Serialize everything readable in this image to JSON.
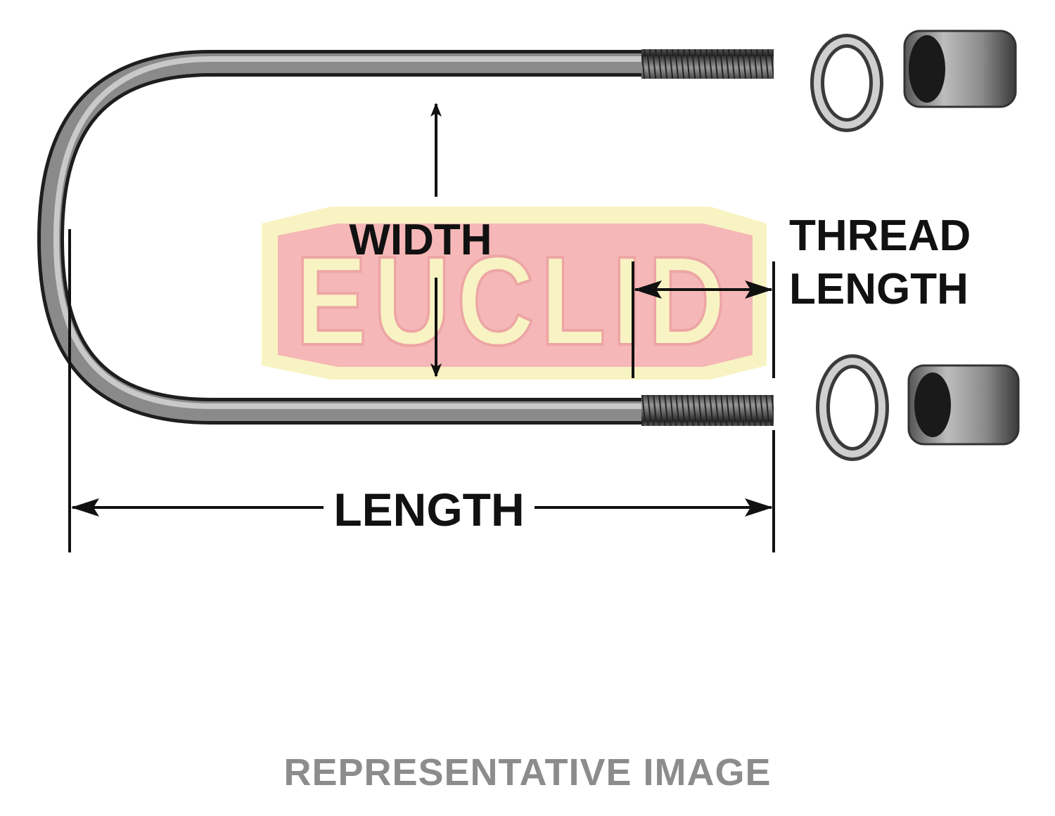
{
  "diagram": {
    "labels": {
      "width": "WIDTH",
      "thread_line1": "THREAD",
      "thread_line2": "LENGTH",
      "length": "LENGTH"
    },
    "watermark": "EUCLID",
    "caption": "REPRESENTATIVE IMAGE",
    "colors": {
      "watermark_red": "#f2a0a0",
      "watermark_yellow": "#f6f0b0",
      "metal_dark": "#3c3c3c",
      "metal_light": "#c8c8c8",
      "caption": "#8c8c8c"
    }
  }
}
